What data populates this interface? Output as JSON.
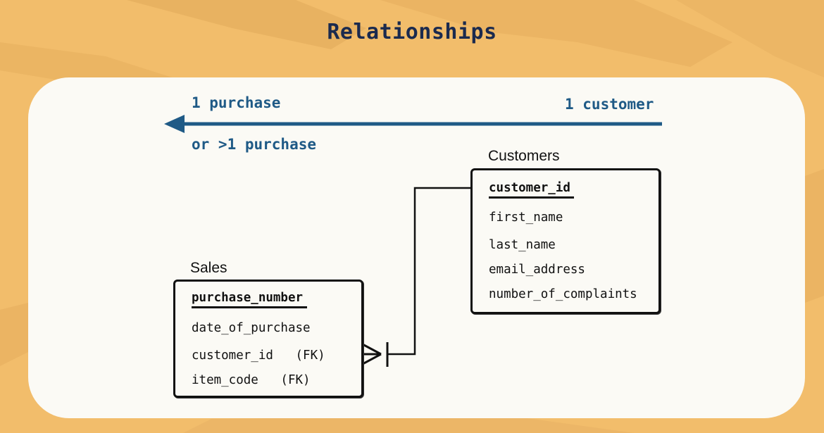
{
  "title": "Relationships",
  "arrow": {
    "left_label_top": "1 purchase",
    "left_label_bottom": "or >1 purchase",
    "right_label": "1 customer",
    "color": "#1f5a86"
  },
  "entities": {
    "customers": {
      "name": "Customers",
      "primary_key": "customer_id",
      "fields": [
        "first_name",
        "last_name",
        "email_address",
        "number_of_complaints"
      ]
    },
    "sales": {
      "name": "Sales",
      "primary_key": "purchase_number",
      "fields": [
        "date_of_purchase",
        "customer_id   (FK)",
        "item_code   (FK)"
      ]
    }
  },
  "relationship": {
    "from": "Customers.customer_id",
    "to": "Sales.customer_id",
    "cardinality": "one-to-many"
  },
  "colors": {
    "background": "#f2bd6b",
    "card": "#fbfaf5",
    "title": "#1b2a4e",
    "line": "#111111"
  }
}
